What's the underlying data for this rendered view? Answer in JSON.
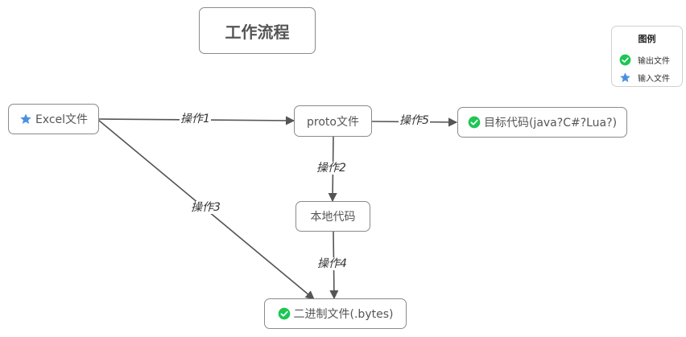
{
  "title": "工作流程",
  "nodes": {
    "excel": {
      "label": "Excel文件",
      "icon": "star-icon"
    },
    "proto": {
      "label": "proto文件"
    },
    "target": {
      "label": "目标代码(java?C#?Lua?)",
      "icon": "check-circle-icon"
    },
    "local": {
      "label": "本地代码"
    },
    "bytes": {
      "label": "二进制文件(.bytes)",
      "icon": "check-circle-icon"
    }
  },
  "edges": {
    "op1": "操作1",
    "op2": "操作2",
    "op3": "操作3",
    "op4": "操作4",
    "op5": "操作5"
  },
  "legend": {
    "title": "图例",
    "output": {
      "label": "输出文件",
      "icon": "check-circle-icon"
    },
    "input": {
      "label": "输入文件",
      "icon": "star-icon"
    }
  },
  "colors": {
    "check": "#1ec654",
    "star": "#4a90e2",
    "line": "#555555",
    "border": "#8a8a8a"
  }
}
